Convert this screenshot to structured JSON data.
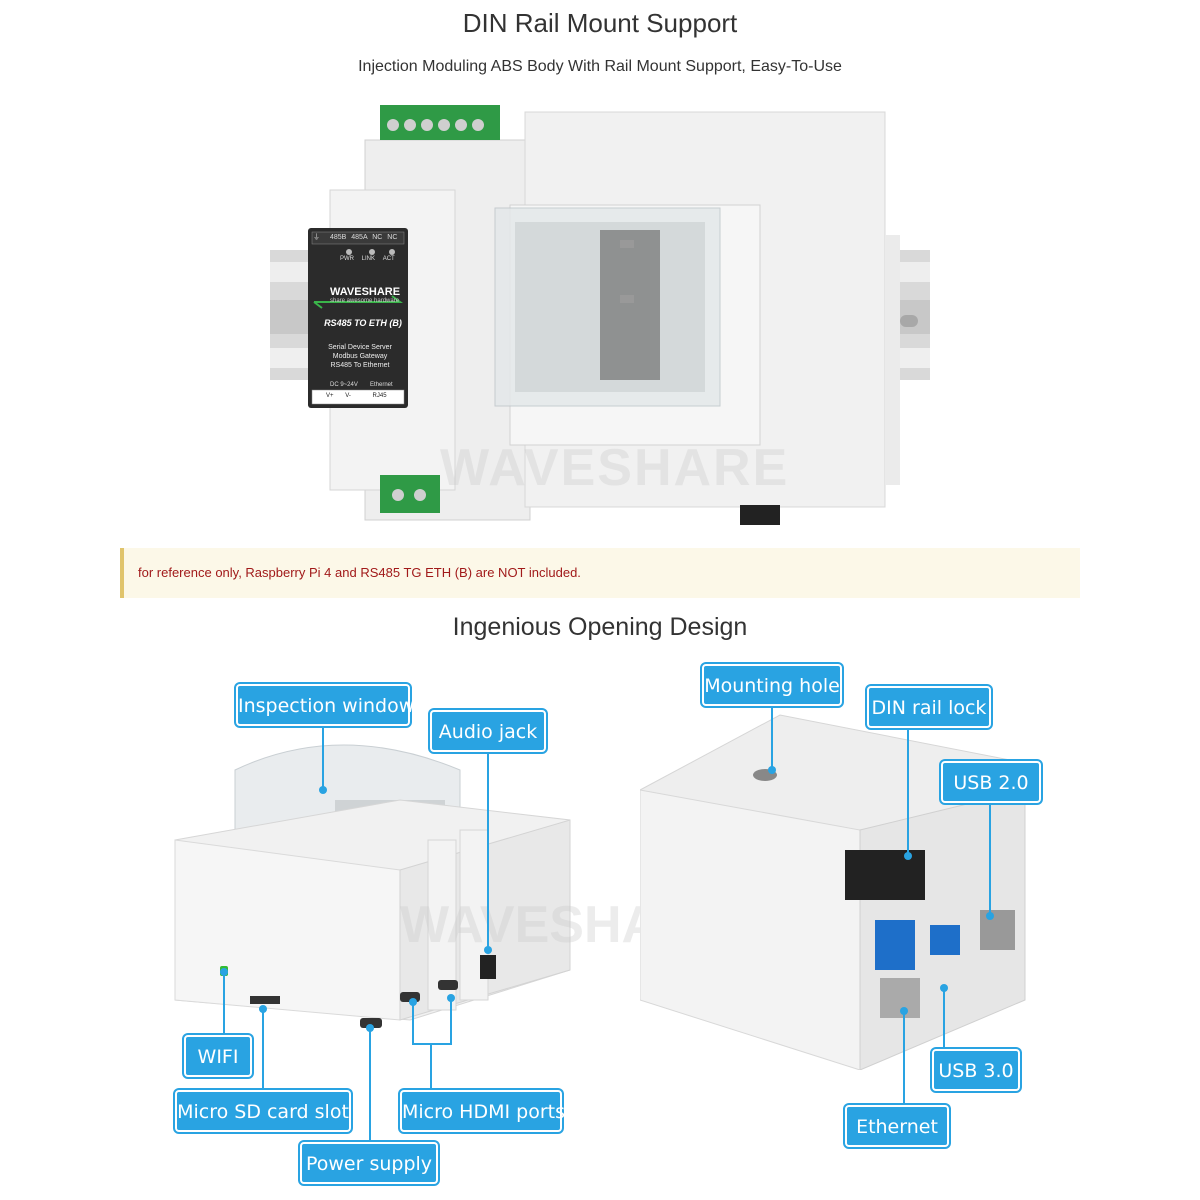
{
  "section1": {
    "title": "DIN Rail Mount Support",
    "subtitle": "Injection Moduling ABS Body With Rail Mount Support, Easy-To-Use"
  },
  "module": {
    "terminals": [
      "⏚",
      "485B",
      "485A",
      "NC",
      "NC"
    ],
    "leds": [
      "PWR",
      "LINK",
      "ACT"
    ],
    "brand": "WAVESHARE",
    "slogan": "share awesome hardware",
    "model": "RS485 TO ETH (B)",
    "desc1": "Serial Device Server",
    "desc2": "Modbus Gateway",
    "desc3": "RS485 To Ethernet",
    "power_label": "DC 9~24V",
    "eth_label": "Ethernet",
    "bottom_terms": [
      "V+",
      "V-",
      "RJ45"
    ]
  },
  "watermark": "WAVESHARE",
  "note": "for reference only, Raspberry Pi 4 and RS485 TG ETH (B) are NOT included.",
  "section2": {
    "title": "Ingenious Opening Design"
  },
  "callouts_left": {
    "inspection_window": "Inspection window",
    "audio_jack": "Audio jack",
    "wifi": "WIFI",
    "micro_sd": "Micro SD card slot",
    "micro_hdmi": "Micro HDMI ports",
    "power_supply": "Power supply"
  },
  "callouts_right": {
    "mounting_hole": "Mounting hole",
    "din_rail_lock": "DIN rail lock",
    "usb2": "USB 2.0",
    "usb3": "USB 3.0",
    "ethernet": "Ethernet"
  },
  "colors": {
    "callout": "#29a3e2",
    "note_bg": "#fcf8e8",
    "note_text": "#a11a1a",
    "terminal_green": "#2f9a46",
    "module_face": "#2b2b2b"
  }
}
